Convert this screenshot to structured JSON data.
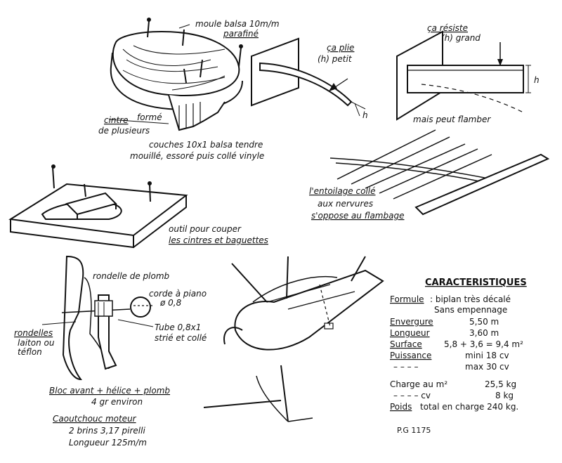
{
  "sketch_balsa_mold": {
    "mold_label": "moule balsa 10m/m",
    "mold_note": "parafiné",
    "rib_label_word": "cintre",
    "rib_label_rest": "formé",
    "rib_label_line2": "de plusieurs",
    "layers_line1": "couches 10x1 balsa tendre",
    "layers_line2": "mouillé, essoré puis collé vinyle"
  },
  "sketch_cantilever": {
    "title": "ça plie",
    "sub": "(h) petit",
    "dim": "h"
  },
  "sketch_beam": {
    "title": "ça résiste",
    "sub": "(h) grand",
    "dim": "h",
    "buckle_note": "mais peut flamber"
  },
  "sketch_covering": {
    "line1": "l'entoilage collé",
    "line2": "aux nervures",
    "line3": "s'oppose au flambage"
  },
  "sketch_cutting_tool": {
    "line1": "outil pour couper",
    "line2": "les cintres et baguettes"
  },
  "sketch_nose_block": {
    "lead_washer": "rondelle de plomb",
    "piano_wire": "corde à piano",
    "diameter": "ø 0,8",
    "washers_line1": "rondelles",
    "washers_line2": "laiton ou",
    "washers_line3": "téflon",
    "tube_line1": "Tube 0,8x1",
    "tube_line2": "strié et collé",
    "caption_line1": "Bloc avant + hélice + plomb",
    "caption_line2": "4 gr environ",
    "motor_title": "Caoutchouc moteur",
    "motor_line1": "2 brins 3,17 pirelli",
    "motor_line2": "Longueur 125m/m"
  },
  "specs": {
    "title": "CARACTERISTIQUES",
    "formula_label": "Formule",
    "formula_value_line1": ": biplan très décalé",
    "formula_value_line2": "Sans empennage",
    "rows": [
      {
        "label": "Envergure",
        "value": "5,50 m"
      },
      {
        "label": "Longueur",
        "value": "3,60 m"
      },
      {
        "label": "Surface",
        "value": "5,8 + 3,6 = 9,4 m²"
      },
      {
        "label": "Puissance",
        "value": "mini 18 cv"
      },
      {
        "label": "– – – –",
        "value": "max 30 cv"
      },
      {
        "label": "Charge au m²",
        "value": "25,5 kg"
      },
      {
        "label": "– – – –   cv",
        "value": "8 kg"
      },
      {
        "label": "Poids",
        "value": "total en charge 240 kg."
      }
    ],
    "signature": "P.G 1175"
  }
}
